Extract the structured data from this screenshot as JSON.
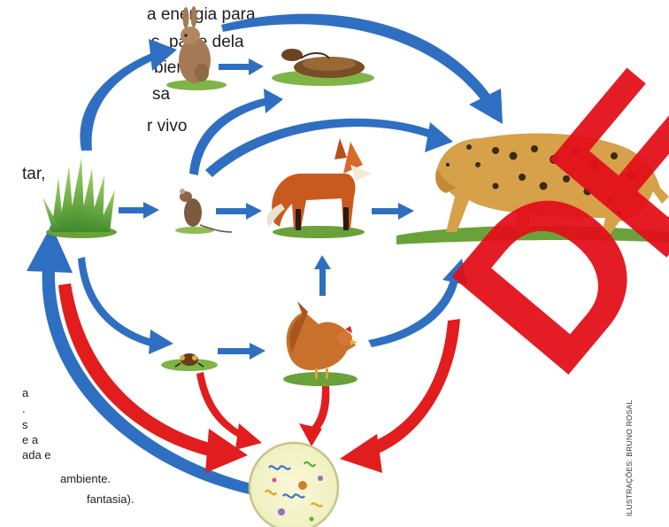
{
  "text_lines": [
    "a energia para",
    "s, parte dela",
    "biente",
    "sa",
    "r vivo",
    "tar,"
  ],
  "caption_lines": [
    "a",
    ".",
    "s",
    "e a",
    "ada e",
    "ambiente.",
    "fantasia)."
  ],
  "credit": "ILUSTRAÇÕES: BRUNO ROSAL",
  "watermark": "DE",
  "colors": {
    "blue_arrow": "#2f6fc1",
    "red_arrow": "#e11d1d",
    "watermark": "#e3101a"
  },
  "nodes": [
    {
      "id": "grass",
      "icon": "grass-icon"
    },
    {
      "id": "rabbit",
      "icon": "rabbit-icon"
    },
    {
      "id": "snake",
      "icon": "snake-icon"
    },
    {
      "id": "mouse",
      "icon": "mouse-icon"
    },
    {
      "id": "fox",
      "icon": "fox-icon"
    },
    {
      "id": "jaguar",
      "icon": "jaguar-icon"
    },
    {
      "id": "beetle",
      "icon": "beetle-icon"
    },
    {
      "id": "hen",
      "icon": "hen-icon"
    },
    {
      "id": "decomposers",
      "icon": "microorganisms-icon"
    }
  ]
}
